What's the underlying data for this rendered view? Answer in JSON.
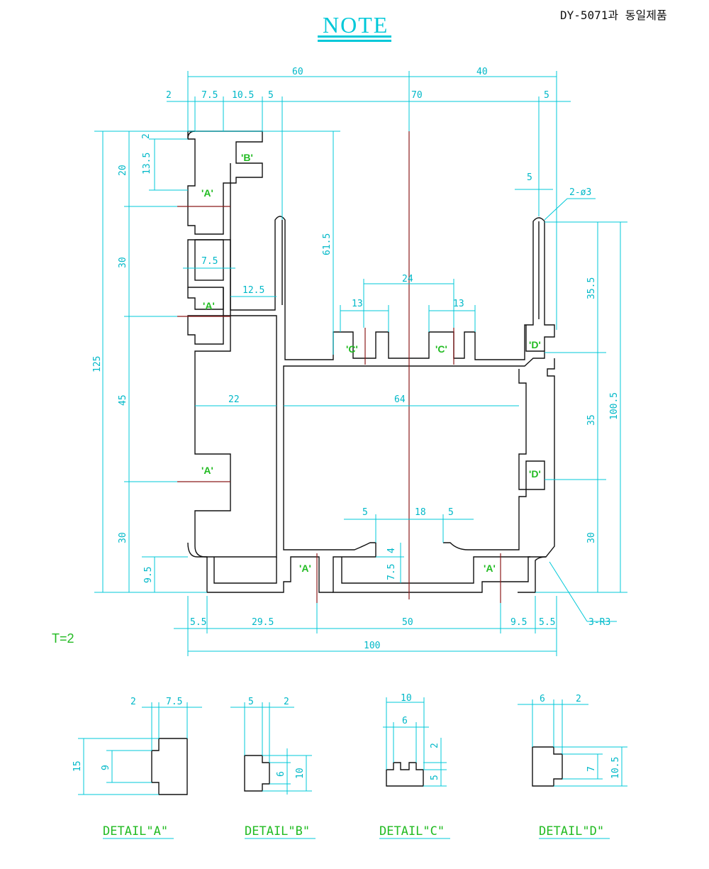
{
  "header": {
    "note_title": "NOTE",
    "product_note": "DY-5071과 동일제품"
  },
  "colors": {
    "profile": "#111111",
    "dimension": "#00c8d8",
    "label": "#22bb22",
    "centerline": "#8b1a1a"
  },
  "thickness_label": "T=2",
  "labels": {
    "a": "'A'",
    "b": "'B'",
    "c": "'C'",
    "d": "'D'"
  },
  "dims": {
    "top_60": "60",
    "top_40": "40",
    "top_2": "2",
    "top_7_5": "7.5",
    "top_10_5": "10.5",
    "top_5_left": "5",
    "top_70": "70",
    "top_5_right": "5",
    "left_2": "2",
    "left_20": "20",
    "left_13_5": "13.5",
    "left_30_top": "30",
    "left_125": "125",
    "left_45": "45",
    "left_30_bottom": "30",
    "left_9_5": "9.5",
    "inner_7_5": "7.5",
    "inner_12_5": "12.5",
    "inner_61_5": "61.5",
    "inner_24": "24",
    "inner_13_left": "13",
    "inner_13_right": "13",
    "inner_22": "22",
    "inner_64": "64",
    "inner_5_left": "5",
    "inner_18": "18",
    "inner_5_right": "5",
    "inner_4": "4",
    "inner_7_5_low": "7.5",
    "right_5": "5",
    "right_hole": "2-ø3",
    "right_35_5": "35.5",
    "right_35": "35",
    "right_100_5": "100.5",
    "right_30": "30",
    "radius_note": "3-R3",
    "bottom_5_5_left": "5.5",
    "bottom_29_5": "29.5",
    "bottom_50": "50",
    "bottom_9_5": "9.5",
    "bottom_5_5_right": "5.5",
    "bottom_100": "100"
  },
  "details": [
    {
      "title": "DETAIL\"A\"",
      "dims": [
        "2",
        "7.5",
        "15",
        "9"
      ]
    },
    {
      "title": "DETAIL\"B\"",
      "dims": [
        "5",
        "2",
        "6",
        "10"
      ]
    },
    {
      "title": "DETAIL\"C\"",
      "dims": [
        "10",
        "6",
        "2",
        "5"
      ]
    },
    {
      "title": "DETAIL\"D\"",
      "dims": [
        "6",
        "2",
        "7",
        "10.5"
      ]
    }
  ]
}
